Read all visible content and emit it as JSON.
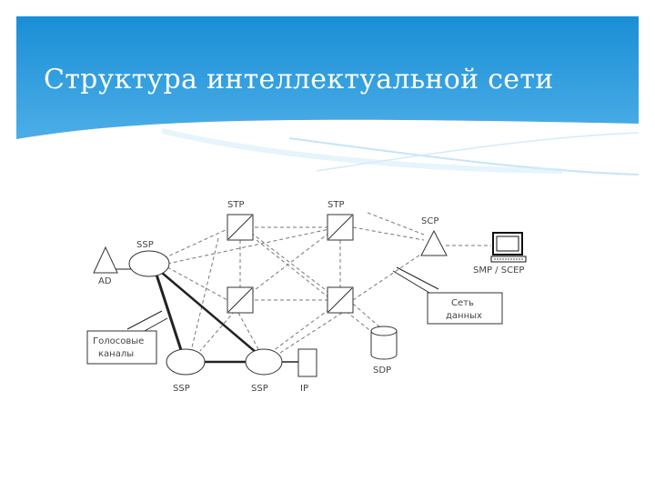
{
  "slide": {
    "title": "Структура интеллектуальной сети"
  },
  "diagram": {
    "nodes": {
      "stp_left": "STP",
      "stp_right": "STP",
      "scp": "SCP",
      "ssp_top": "SSP",
      "ad": "AD",
      "smp": "SMP / SCEP",
      "data_network_line1": "Сеть",
      "data_network_line2": "данных",
      "sdp": "SDP",
      "voice_channels_line1": "Голосовые",
      "voice_channels_line2": "каналы",
      "ssp_bottom_left": "SSP",
      "ssp_bottom_right": "SSP",
      "ip": "IP"
    }
  },
  "colors": {
    "header_top": "#1a8fd6",
    "header_bottom": "#5db8ec",
    "wave_light": "#d6ecf8",
    "line_dark": "#222222",
    "line_gray": "#777777"
  }
}
